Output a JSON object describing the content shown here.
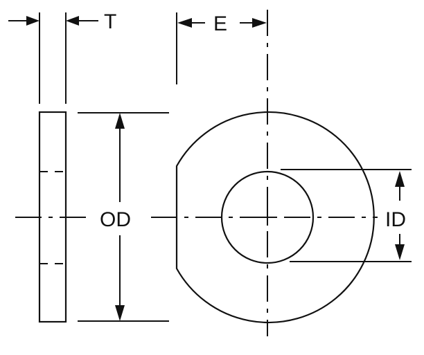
{
  "labels": {
    "thickness": "T",
    "edge": "E",
    "outer_diameter": "OD",
    "inner_diameter": "ID"
  }
}
